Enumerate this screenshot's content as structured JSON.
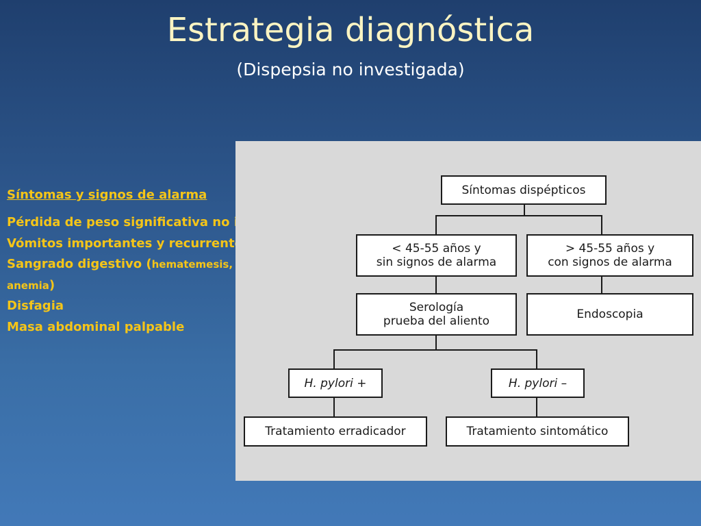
{
  "title": "Estrategia diagnóstica",
  "subtitle": "(Dispepsia no investigada)",
  "alarm": {
    "heading": "Síntomas y signos de alarma",
    "items": [
      "Pérdida de peso significativa no intencionada",
      "Vómitos importantes y recurrentes",
      "Disfagia",
      "Masa abdominal palpable"
    ],
    "bleeding": {
      "label": "Sangrado digestivo",
      "open_paren": " (",
      "detail1": "hematemesis, melenas,",
      "detail2": "anemia",
      "close_paren": ")"
    }
  },
  "flowchart": {
    "root": "Síntomas dispépticos",
    "young": "< 45-55 años y\nsin signos de alarma",
    "old": "> 45-55 años y\ncon signos de alarma",
    "serology": "Serología\nprueba del aliento",
    "endoscopy": "Endoscopia",
    "hp_pos": "H. pylori +",
    "hp_neg": "H. pylori –",
    "erad": "Tratamiento erradicador",
    "sympt": "Tratamiento sintomático"
  }
}
